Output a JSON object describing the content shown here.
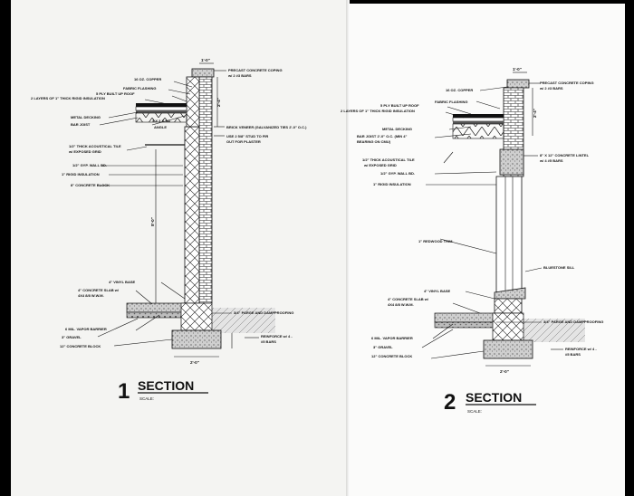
{
  "section1": {
    "number": "1",
    "title": "SECTION",
    "scale": "SCALE:",
    "labels": {
      "coping": "PRECAST CONCRETE COPING",
      "coping_bars": "w/ 2 #3 BARS",
      "copper": "16 OZ. COPPER",
      "fabric": "FABRIC FLASHING",
      "roof": "5 PLY BUILT UP ROOF",
      "insul_layers": "2 LAYERS OF 1\" THICK RIGID INSULATION",
      "decking": "METAL DECKING",
      "joist": "BAR JOIST",
      "angle_size": "3 X 3 X 1/4",
      "angle": "ANGLE",
      "veneer": "BRICK VENEER (GALVANIZED TIES 2'-0\" O.C.)",
      "stud": "USE 2 5/8\" STUD TO FIR",
      "stud2": "OUT FOR PLASTER",
      "tile": "1/2\" THICK ACOUSTICAL TILE",
      "tile2": "w/ EXPOSED GRID",
      "gyp": "1/2\" GYP. WALL BD.",
      "rigid": "1\" RIGID INSULATION",
      "block": "8\" CONCRETE BLOCK",
      "vinyl": "4\" VINYL BASE",
      "slab": "4\" CONCRETE SLAB w/",
      "slab2": "4X4 8/8 W.W.M.",
      "parge": "3/4\" PARGE AND DAMPPROOFING",
      "vapor": "6 MIL. VAPOR BARRIER",
      "gravel": "3\" GRAVEL",
      "conc_block": "12\" CONCRETE BLOCK",
      "reinforce": "REINFORCE w/ 4 -",
      "reinforce2": "#5 BARS",
      "dim_top": "1'-0\"",
      "dim_side": "2'-4\"",
      "dim_height": "8'-0\"",
      "dim_footing": "2'-0\""
    }
  },
  "section2": {
    "number": "2",
    "title": "SECTION",
    "scale": "SCALE:",
    "labels": {
      "coping": "PRECAST CONCRETE COPING",
      "coping_bars": "w/ 2 #3 BARS",
      "copper": "16 OZ. COPPER",
      "fabric": "FABRIC FLASHING",
      "roof": "5 PLY BUILT UP ROOF",
      "insul_layers": "2 LAYERS OF 1\" THICK RIGID INSULATION",
      "decking": "METAL DECKING",
      "joist": "BAR JOIST 2'-0\" O.C. (MIN 4\"",
      "joist2": "BEARING ON CMU)",
      "tile": "1/2\" THICK ACOUSTICAL TILE",
      "tile2": "w/ EXPOSED GRID",
      "gyp": "1/2\" GYP. WALL BD.",
      "rigid": "1\" RIGID INSULATION",
      "lintel": "8\" X 12\" CONCRETE LINTEL",
      "lintel2": "w/ 4 #5 BARS",
      "trim": "1\" REDWOOD TRIM",
      "sill": "BLUESTONE SILL",
      "vinyl": "4\" VINYL BASE",
      "slab": "4\" CONCRETE SLAB w/",
      "slab2": "4X4 8/8 W.W.M.",
      "parge": "3/4\" PARGE AND DAMPPROOFING",
      "vapor": "6 MIL. VAPOR BARRIER",
      "gravel": "3\" GRAVEL",
      "conc_block": "12\" CONCRETE BLOCK",
      "reinforce": "REINFORCE w/ 4 -",
      "reinforce2": "#5 BARS",
      "dim_top": "1'-0\"",
      "dim_side": "2'-4\"",
      "dim_footing": "2'-0\""
    }
  }
}
